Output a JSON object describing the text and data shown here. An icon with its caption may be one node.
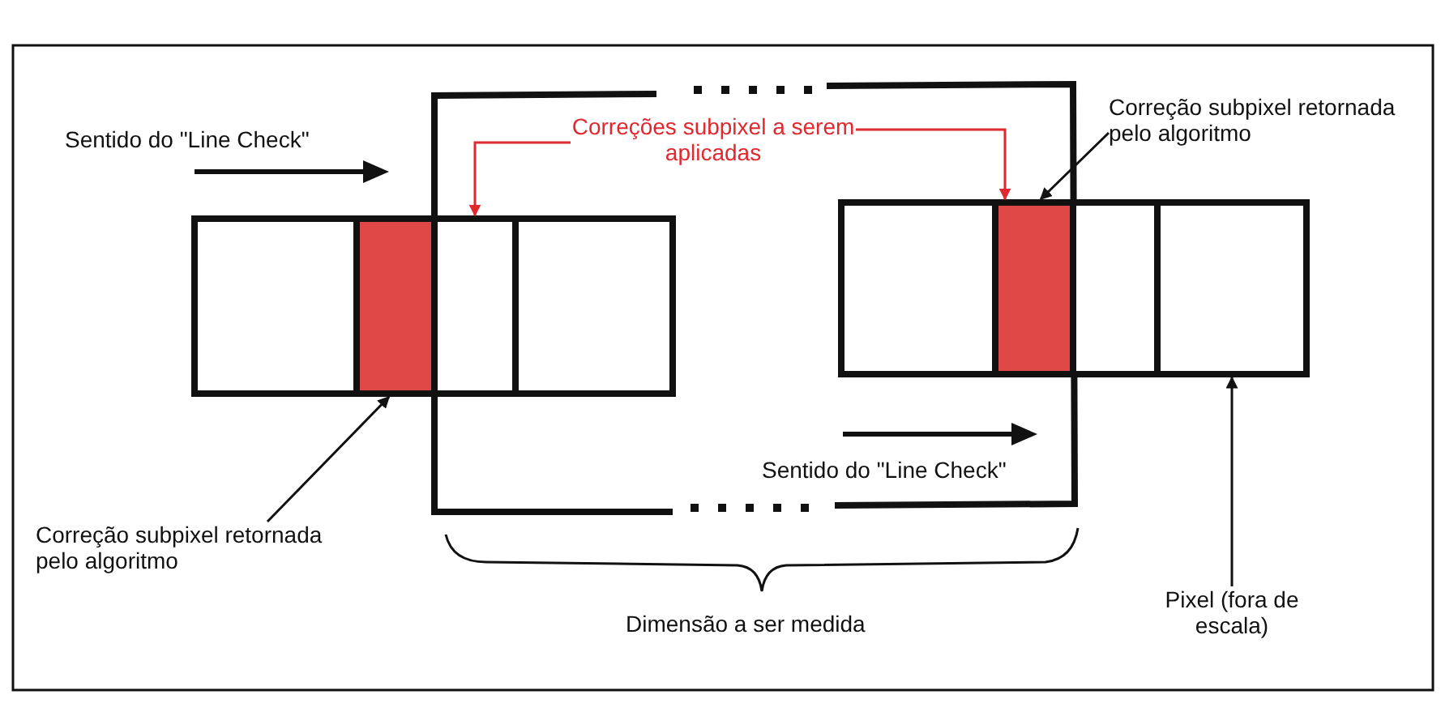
{
  "diagram": {
    "nodes": [
      {
        "text": [
          "Correções subpixel a serem aplicadas"
        ]
      },
      {
        "text": [
          "Correção subpixel retornada pelo algoritmo"
        ]
      },
      {
        "text": [],
        "shape": "box"
      },
      {
        "text": [],
        "shape": "box"
      },
      {
        "text": [],
        "shape": "box"
      },
      {
        "text": [],
        "shape": "box"
      },
      {
        "text": [],
        "shape": "box"
      },
      {
        "text": [],
        "shape": "box"
      },
      {
        "text": [],
        "shape": "box"
      },
      {
        "text": [],
        "shape": "box"
      },
      {
        "text": [
          "Correção subpixel retornada pelo algoritmo"
        ]
      },
      {
        "text": [
          "Pixel (fora de escala)"
        ]
      }
    ],
    "edges": [
      {
        "from": 0,
        "to": 4,
        "arrow": "to",
        "color": "#e0282e"
      },
      {
        "from": 0,
        "to": 7,
        "arrow": "to",
        "color": "#e0282e"
      },
      {
        "from": 1,
        "to": 7,
        "arrow": "to"
      },
      {
        "from": 10,
        "to": 3,
        "arrow": "to"
      },
      {
        "from": 11,
        "to": 9,
        "arrow": "to"
      }
    ],
    "labels": [
      "Sentido do \"Line Check\"",
      "Sentido do \"Line Check\"",
      "Dimensão a ser medida"
    ]
  }
}
